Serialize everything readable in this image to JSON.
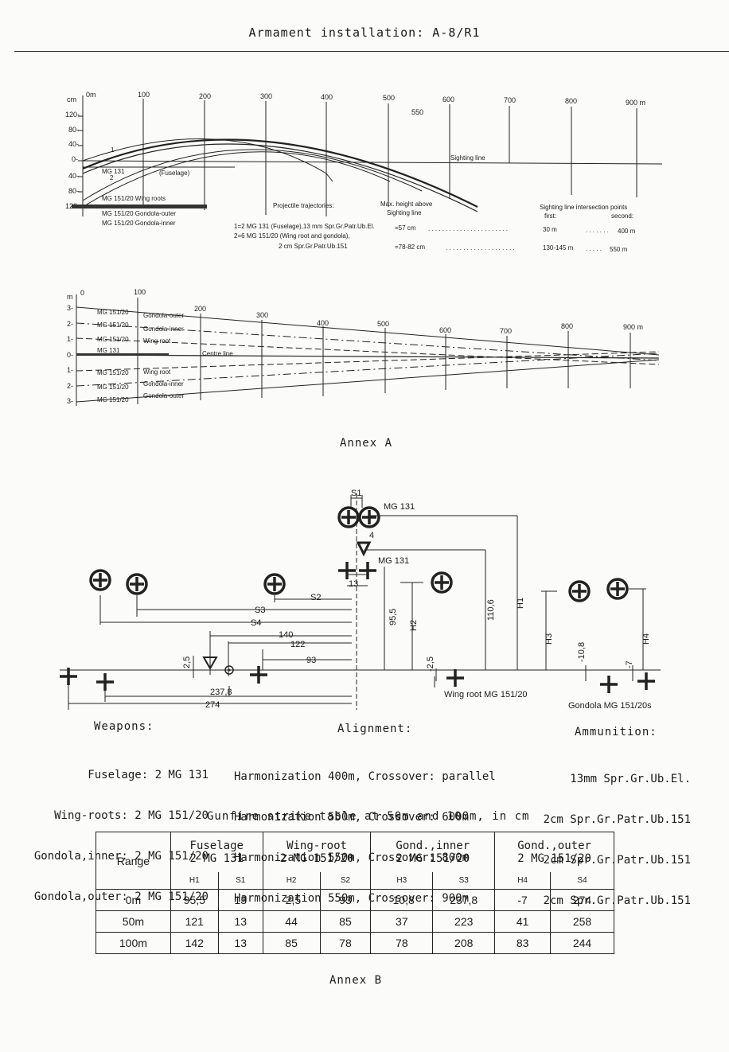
{
  "header": {
    "title": "Armament installation: A-8/R1"
  },
  "diagram1": {
    "range_labels": [
      "0m",
      "100",
      "200",
      "300",
      "400",
      "500",
      "600",
      "700",
      "800",
      "900 m"
    ],
    "mark_550": "550",
    "cm_labels": [
      "cm",
      "120-",
      "80-",
      "40-",
      "0-",
      "40-",
      "80-",
      "120-"
    ],
    "curve_1": "1",
    "curve_2": "2",
    "sighting_line": "Sighting line",
    "mg131_label": "MG 131",
    "fuselage_label": "(Fuselage)",
    "wing_roots_label": "MG 151/20  Wing roots",
    "gondola_outer_label": "MG 151/20  Gondola-outer",
    "gondola_inner_label": "MG 151/20  Gondola-inner",
    "projectile_trajectories": "Projectile trajectories:",
    "max_height_1": "Max. height above",
    "max_height_2": "Sighting line",
    "intersection_title": "Sighting line intersection points",
    "first": "first:",
    "second": "second:",
    "row1_text": "1=2 MG 131 (Fuselage),13 mm Spr.Gr.Patr.Ub.El.",
    "row1_height": "=57 cm",
    "row1_first": "30 m",
    "row1_second": "400 m",
    "row2_text": "2=6 MG 151/20 (Wing root and gondola),",
    "row3_text": "2 cm Spr.Gr.Patr.Ub.151",
    "row3_height": "=78-82 cm",
    "row3_first": "130-145 m",
    "row3_second": "550 m"
  },
  "diagram2": {
    "m_label": "m",
    "range_labels": [
      "0",
      "100",
      "200",
      "300",
      "400",
      "500",
      "600",
      "700",
      "800",
      "900 m"
    ],
    "y_labels": [
      "3-",
      "2-",
      "1-",
      "0-",
      "1-",
      "2-",
      "3-"
    ],
    "rows": [
      {
        "gun": "MG 151/20",
        "position": "Gondola-outer"
      },
      {
        "gun": "MG 151/20",
        "position": "Gondola-inner"
      },
      {
        "gun": "MG 151/20",
        "position": "Wing root"
      },
      {
        "gun": "MG 131",
        "position": ""
      },
      {
        "gun": "MG 151/20",
        "position": "Wing root"
      },
      {
        "gun": "MG 151/20",
        "position": "Gondola-inner"
      },
      {
        "gun": "MG 151/20",
        "position": "Gondola-outer"
      }
    ],
    "centre_line": "Centre line"
  },
  "annex_a": "Annex A",
  "diagram3": {
    "s1": "S1",
    "mg131_top": "MG 131",
    "mg131_mid": "MG 131",
    "dim_4": "4",
    "dim_13": "13",
    "s2": "S2",
    "s3": "S3",
    "s4": "S4",
    "dim_140": "140",
    "dim_122": "122",
    "dim_93": "93",
    "dim_2_5_left": "2,5",
    "dim_2_5_right": "-2,5",
    "dim_95_5": "95,5",
    "h2": "H2",
    "dim_110_6": "110,6",
    "h1": "H1",
    "h3": "H3",
    "dim_10_8": "-10,8",
    "dim_7": "-7",
    "h4": "H4",
    "dim_237_8": "237,8",
    "dim_274": "274",
    "wing_root_label": "Wing root  MG 151/20",
    "gondola_label": "Gondola  MG 151/20s"
  },
  "weapons": {
    "heading": "Weapons:",
    "lines": [
      "Fuselage: 2 MG 131",
      "Wing-roots: 2 MG 151/20",
      "Gondola,inner: 2 MG 151/20",
      "Gondola,outer: 2 MG 151/20"
    ]
  },
  "alignment": {
    "heading": "Alignment:",
    "lines": [
      "Harmonization 400m, Crossover: parallel",
      "Harmonization 550m, Crossover: 600m",
      "Harmonization 550m, Crossover: 800m",
      "Harmonization 550m, Crossover: 900m"
    ]
  },
  "ammunition": {
    "heading": "Ammunition:",
    "lines": [
      "13mm Spr.Gr.Ub.El.",
      "2cm Spr.Gr.Patr.Ub.151",
      "2cm Spr.Gr.Patr.Ub.151",
      "2cm Spr.Gr.Patr.Ub.151"
    ]
  },
  "table": {
    "caption": "Gunfire strike table at 50m and 100m, in cm",
    "range_header": "Range",
    "groups": [
      {
        "name": "Fuselage",
        "guns": "2 MG 131",
        "h": "H1",
        "s": "S1"
      },
      {
        "name": "Wing-root",
        "guns": "2 MG 151/20",
        "h": "H2",
        "s": "S2"
      },
      {
        "name": "Gond.,inner",
        "guns": "2 MG 151/20",
        "h": "H3",
        "s": "S3"
      },
      {
        "name": "Gond.,outer",
        "guns": "2 MG 151/20",
        "h": "H4",
        "s": "S4"
      }
    ],
    "rows": [
      {
        "range": "0m",
        "values": [
          "95,5",
          "13",
          "-2,5",
          "93",
          "-10,8",
          "237,8",
          "-7",
          "274"
        ]
      },
      {
        "range": "50m",
        "values": [
          "121",
          "13",
          "44",
          "85",
          "37",
          "223",
          "41",
          "258"
        ]
      },
      {
        "range": "100m",
        "values": [
          "142",
          "13",
          "85",
          "78",
          "78",
          "208",
          "83",
          "244"
        ]
      }
    ]
  },
  "annex_b": "Annex B"
}
